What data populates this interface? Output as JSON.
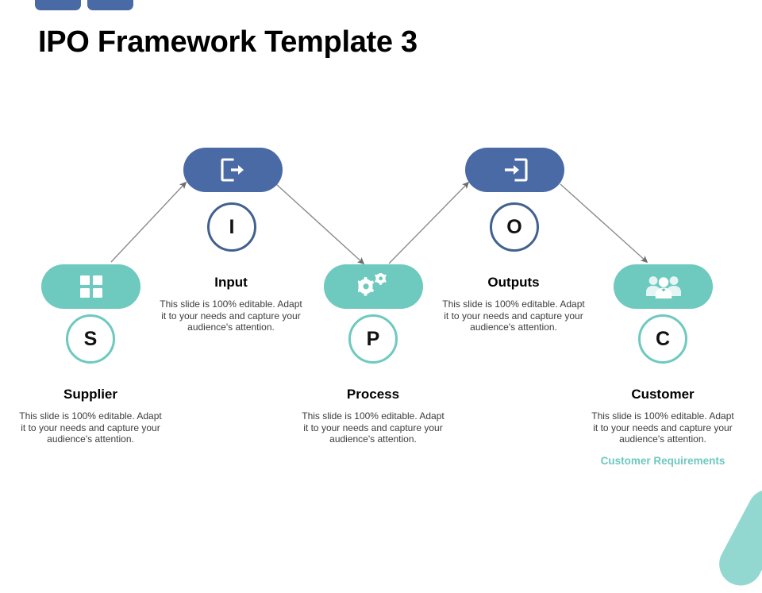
{
  "deco": {
    "top_bars": [
      "top-bar-left",
      "top-bar-right"
    ],
    "corner_shape": "teal-swoosh",
    "accent_blue": "#4a6aa5",
    "accent_teal": "#6ec9bf",
    "ring_navy": "#41618f",
    "arrow_gray": "#7b7b7b"
  },
  "header": {
    "title": "IPO Framework Template 3"
  },
  "shared": {
    "body_text": "This slide is 100% editable. Adapt it to your needs and capture your audience's attention."
  },
  "nodes": [
    {
      "key": "supplier",
      "letter": "S",
      "ring_color": "teal",
      "pill_color": "teal",
      "icon": "grid-icon",
      "heading": "Supplier",
      "body": "This slide is 100% editable. Adapt it to your needs and capture your audience's attention.",
      "accent": ""
    },
    {
      "key": "input",
      "letter": "I",
      "ring_color": "navy",
      "pill_color": "blue",
      "icon": "export-arrow-icon",
      "heading": "Input",
      "body": "This slide is 100% editable. Adapt it to your needs and capture your audience's attention.",
      "accent": ""
    },
    {
      "key": "process",
      "letter": "P",
      "ring_color": "teal",
      "pill_color": "teal",
      "icon": "gears-icon",
      "heading": "Process",
      "body": "This slide is 100% editable. Adapt it to your needs and capture your audience's attention.",
      "accent": ""
    },
    {
      "key": "outputs",
      "letter": "O",
      "ring_color": "navy",
      "pill_color": "blue",
      "icon": "import-arrow-icon",
      "heading": "Outputs",
      "body": "This slide is 100% editable. Adapt it to your needs and capture your audience's attention.",
      "accent": ""
    },
    {
      "key": "customer",
      "letter": "C",
      "ring_color": "teal",
      "pill_color": "teal",
      "icon": "people-group-icon",
      "heading": "Customer",
      "body": "This slide is 100% editable. Adapt it to your needs and capture your audience's attention.",
      "accent": "Customer Requirements"
    }
  ],
  "connectors": [
    {
      "name": "supplier-to-input",
      "from": "supplier",
      "to": "input",
      "direction": "up-right"
    },
    {
      "name": "input-to-process",
      "from": "input",
      "to": "process",
      "direction": "down-right"
    },
    {
      "name": "process-to-outputs",
      "from": "process",
      "to": "outputs",
      "direction": "up-right"
    },
    {
      "name": "outputs-to-customer",
      "from": "outputs",
      "to": "customer",
      "direction": "down-right"
    }
  ]
}
